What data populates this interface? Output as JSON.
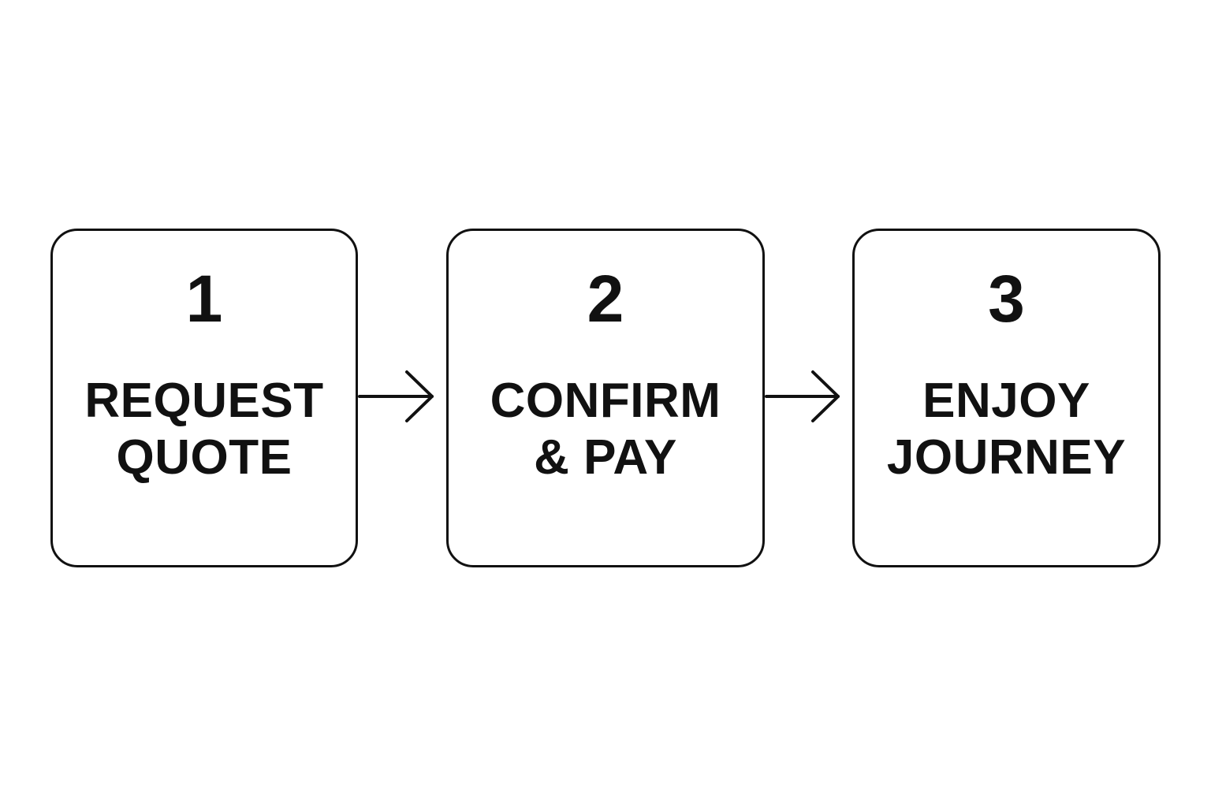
{
  "steps": [
    {
      "number": "1",
      "label_lines": [
        "REQUEST",
        "QUOTE"
      ]
    },
    {
      "number": "2",
      "label_lines": [
        "CONFIRM",
        "& PAY"
      ]
    },
    {
      "number": "3",
      "label_lines": [
        "ENJOY",
        "JOURNEY"
      ]
    }
  ],
  "colors": {
    "stroke": "#111111",
    "background": "#ffffff"
  },
  "icons": {
    "connector": "arrow-right-icon"
  }
}
